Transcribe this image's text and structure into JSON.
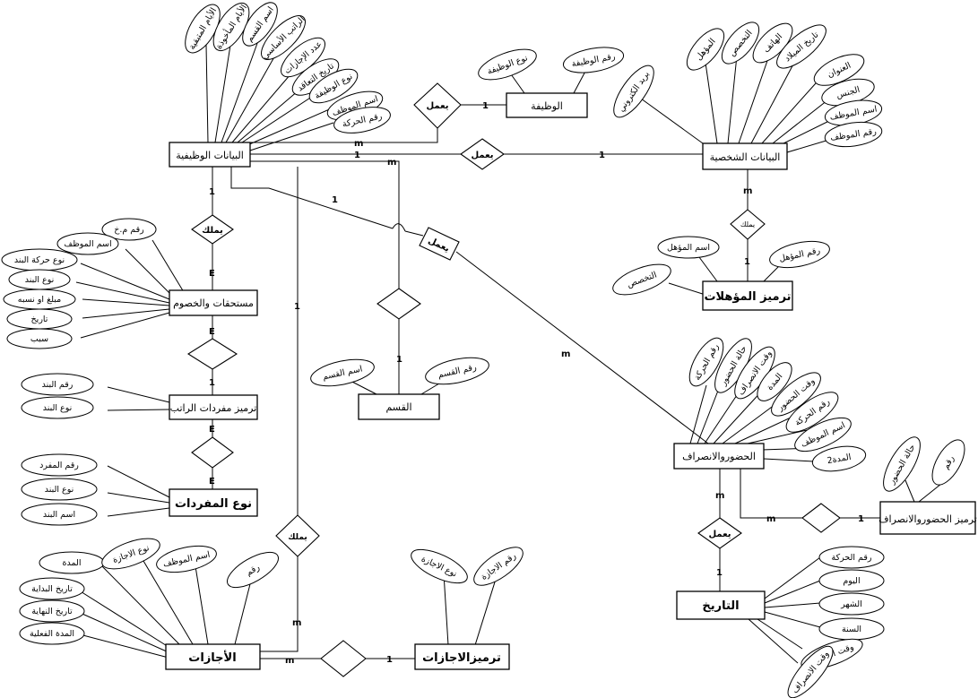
{
  "entities": {
    "job_data": "البيانات الوظيفية",
    "job": "الوظيفة",
    "personal_data": "البيانات الشخصية",
    "qualifications_code": "ترميز المؤهلات",
    "dues": "مستحقات والخصوم",
    "salary_items_code": "ترميز مفردات الراتب",
    "items_type": "نوع المفردات",
    "department": "القسم",
    "attendance": "الحضوروالانصراف",
    "attendance_code": "ترميز الحضوروالانصراف",
    "date": "التاريخ",
    "leaves": "الأجازات",
    "leaves_code": "ترميزالاجازات"
  },
  "relationships": {
    "job_works": "يعمل",
    "personal_works": "يعمل",
    "has_qualification": "يملك",
    "has_dues": "يملك",
    "attendance_works": "يعمل",
    "date_works": "يعمل",
    "has_leaves": "يملك",
    "unnamed_1": "",
    "unnamed_2": "",
    "unnamed_3": "",
    "unnamed_4": "",
    "unnamed_5": ""
  },
  "attributes": {
    "job_data": [
      "الأيام المتبقية",
      "الأيام المأخوذة",
      "اسم القسم",
      "الراتب الأساسي",
      "عدد الإجازات",
      "تاريخ التعاقد",
      "نوع الوظيفة",
      "اسم الموظف",
      "رقم الحركة"
    ],
    "job": [
      "نوع الوظيفة",
      "رقم الوظيفة"
    ],
    "personal_data": [
      "بريد الكتروني",
      "المؤهل",
      "التخصص",
      "الهاتف",
      "تاريخ الميلاد",
      "العنوان",
      "الجنس",
      "اسم الموظف",
      "رقم الموظف"
    ],
    "qualifications_code": [
      "اسم المؤهل",
      "رقم المؤهل",
      "التخصص"
    ],
    "dues": [
      "رقم م.خ",
      "اسم الموظف",
      "نوع حركة البند",
      "نوع البند",
      "مبلغ او نسبه",
      "تاريخ",
      "سبب"
    ],
    "salary_items_code": [
      "رقم البند",
      "نوع البند"
    ],
    "items_type": [
      "رقم المفرد",
      "نوع البند",
      "اسم البند"
    ],
    "department": [
      "اسم القسم",
      "رقم القسم"
    ],
    "attendance": [
      "رقم الحركة",
      "حالة الحضور",
      "وقت الانصراف",
      "المدة",
      "وقت الحضور",
      "رقم الحركة",
      "اسم الموظف",
      "المدة2"
    ],
    "attendance_code": [
      "حالة الحضور",
      "رقم"
    ],
    "date": [
      "رقم الحركة",
      "اليوم",
      "الشهر",
      "السنة",
      "وقت الحضور",
      "وقت الانصراف"
    ],
    "leaves": [
      "المدة",
      "نوع الاجازة",
      "اسم الموظف",
      "رقم",
      "تاريخ البداية",
      "تاريخ النهاية",
      "المدة الفعلية"
    ],
    "leaves_code": [
      "نوع الاجازة",
      "رقم الاجازة"
    ]
  },
  "cardinalities": {
    "one": "1",
    "many": "m"
  }
}
